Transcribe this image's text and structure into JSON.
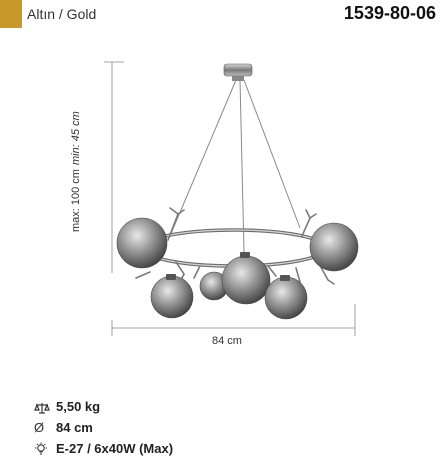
{
  "header": {
    "finish_label": "Altın / Gold",
    "swatch_color": "#c9982b",
    "product_code": "1539-80-06"
  },
  "dimensions": {
    "height_max": "max: 100 cm",
    "height_min": "min: 45 cm",
    "width": "84 cm"
  },
  "specs": [
    {
      "icon": "weight-scale-icon",
      "text": "5,50 kg"
    },
    {
      "icon": "diameter-icon",
      "symbol": "Ø",
      "text": "84 cm"
    },
    {
      "icon": "bulb-icon",
      "text": "E-27 / 6x40W (Max)"
    }
  ]
}
